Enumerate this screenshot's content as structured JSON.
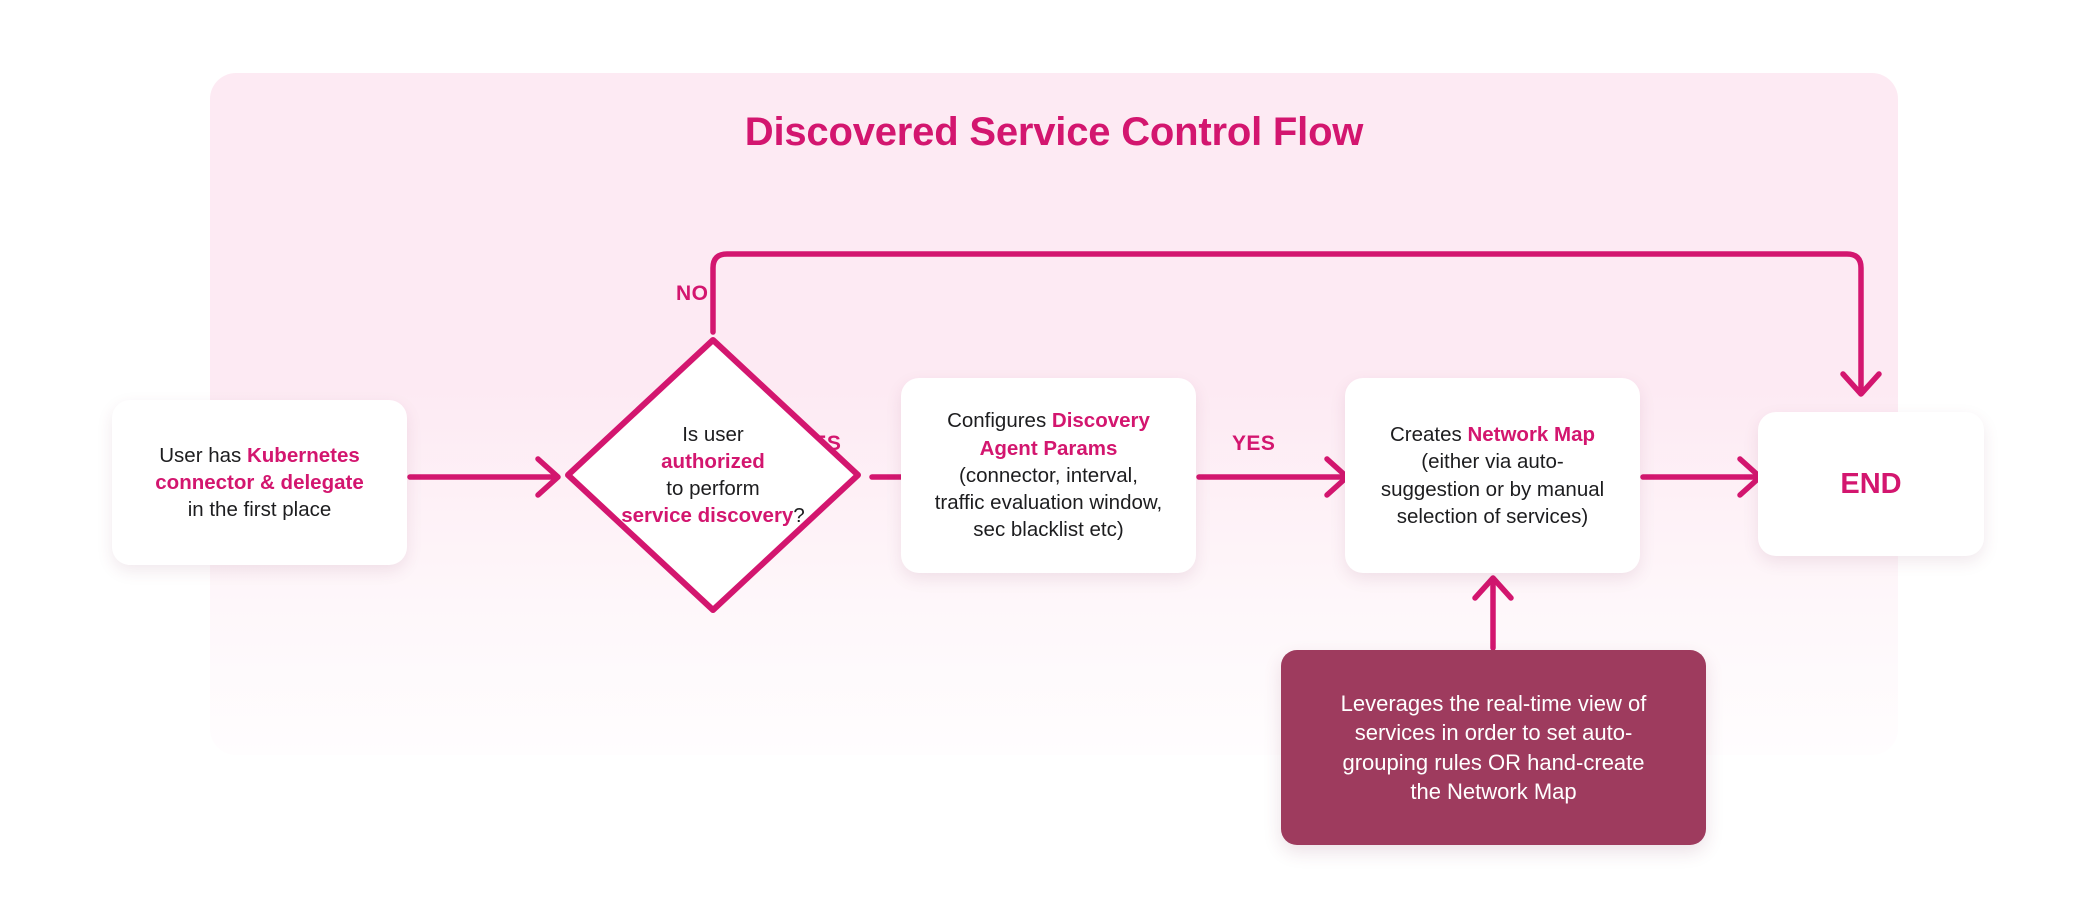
{
  "diagram": {
    "title": "Discovered Service Control Flow",
    "accent_color": "#d3166f",
    "panel_color": "#fdeaf3",
    "note_color": "#9e3b5e",
    "nodes": {
      "start": {
        "line1_plain": "User has ",
        "line1_highlight": "Kubernetes",
        "line2_highlight": "connector & delegate",
        "line3_plain": "in the first place"
      },
      "decision": {
        "line1": "Is user",
        "line2_highlight": "authorized",
        "line3": "to perform",
        "line4_highlight": "service discovery",
        "line4_suffix": "?"
      },
      "params": {
        "line1_plain": "Configures ",
        "line1_highlight": "Discovery",
        "line2_highlight": "Agent Params",
        "line3": "(connector, interval,",
        "line4": "traffic evaluation window,",
        "line5": "sec blacklist etc)"
      },
      "netmap": {
        "line1_plain": "Creates ",
        "line1_highlight": "Network Map",
        "line2": "(either via auto-",
        "line3": "suggestion or by manual",
        "line4": "selection of services)"
      },
      "end": {
        "label": "END"
      },
      "note": {
        "line1": "Leverages the real-time view of",
        "line2": "services in order to set auto-",
        "line3": "grouping rules OR hand-create",
        "line4": "the Network Map"
      }
    },
    "edge_labels": {
      "no": "NO",
      "yes_1": "YES",
      "yes_2": "YES"
    }
  }
}
